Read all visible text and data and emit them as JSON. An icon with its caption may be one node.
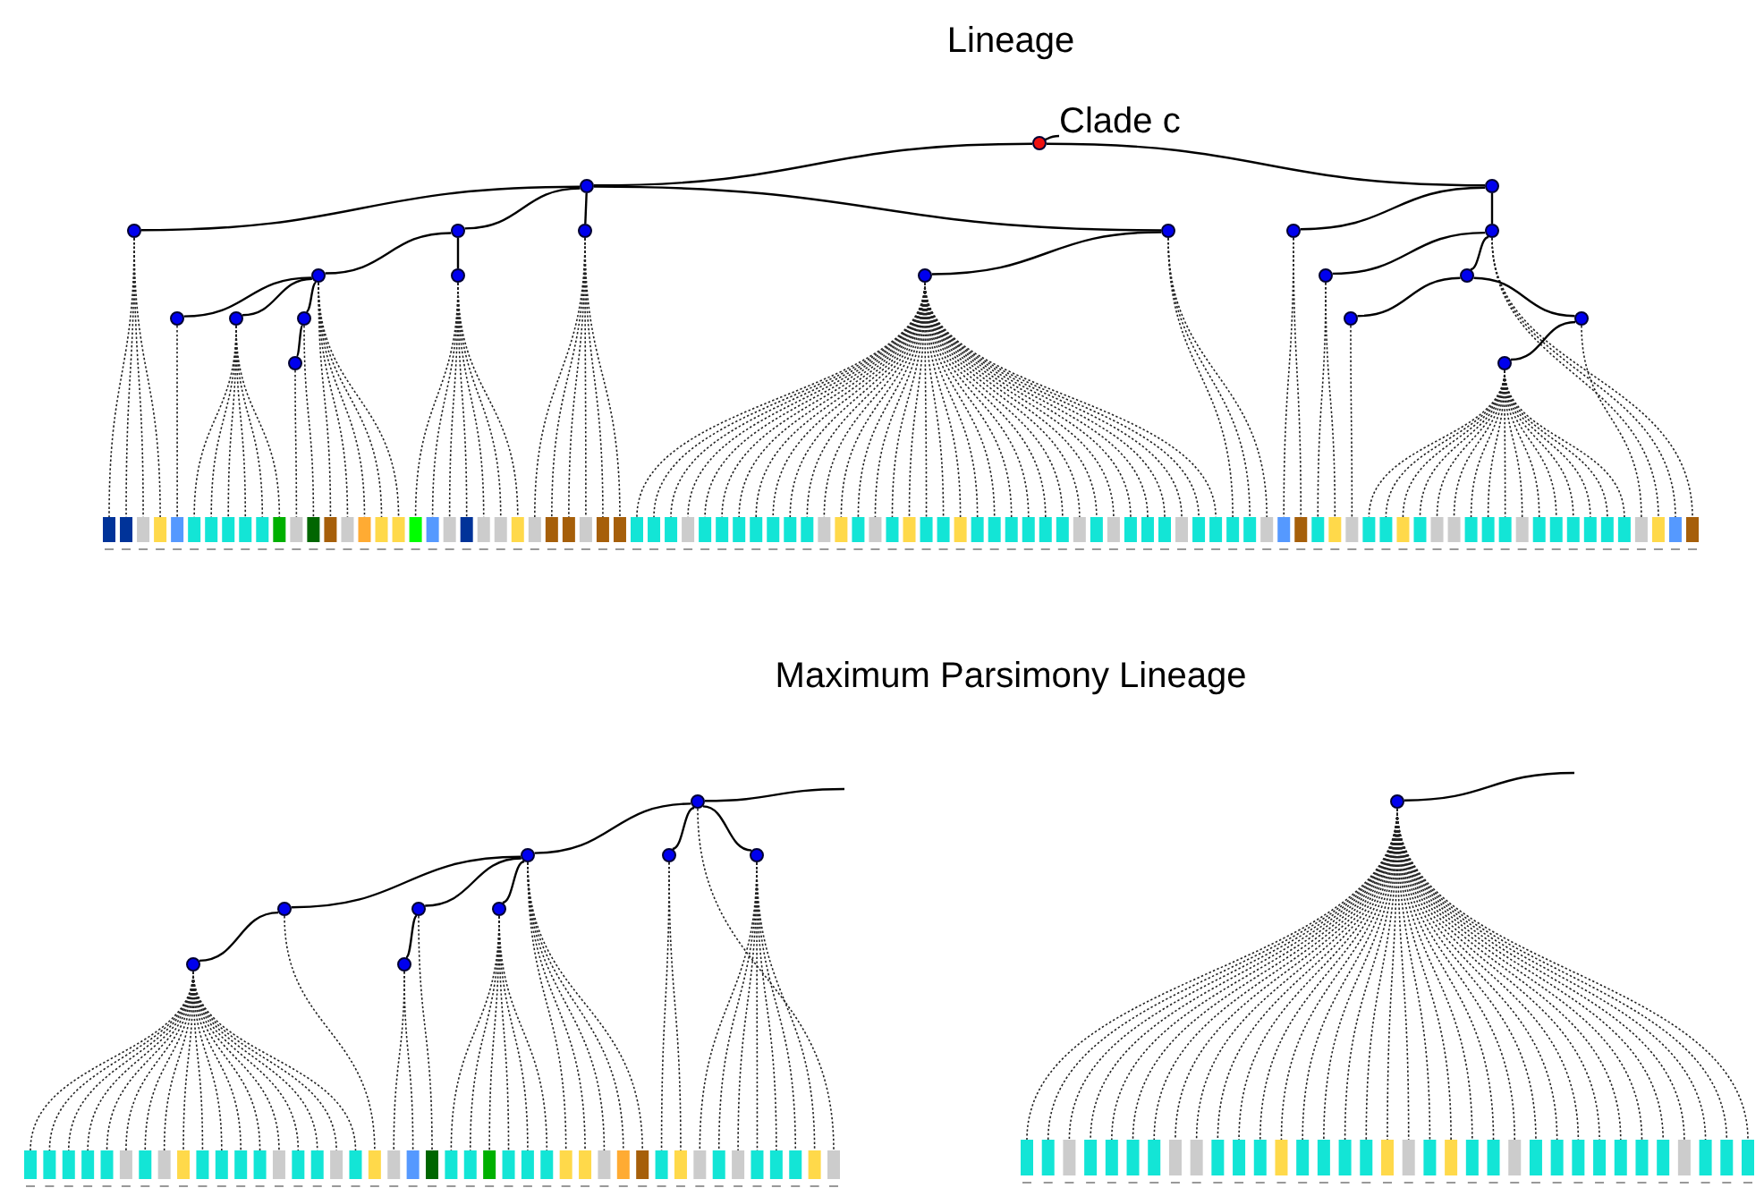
{
  "diagram": {
    "title": "Lineage",
    "nodes": [
      {
        "text": [
          "Clade c"
        ]
      },
      {
        "text": [],
        "shape": "circle"
      },
      {
        "text": [],
        "shape": "circle"
      },
      {
        "text": [],
        "shape": "circle"
      },
      {
        "text": [],
        "shape": "circle"
      },
      {
        "text": [],
        "shape": "circle"
      },
      {
        "text": [],
        "shape": "circle"
      },
      {
        "text": [],
        "shape": "circle"
      },
      {
        "text": [],
        "shape": "circle"
      },
      {
        "text": [],
        "shape": "circle"
      },
      {
        "text": [],
        "shape": "circle"
      },
      {
        "text": [],
        "shape": "circle"
      },
      {
        "text": [],
        "shape": "circle"
      },
      {
        "text": [],
        "shape": "circle"
      },
      {
        "text": [],
        "shape": "circle"
      },
      {
        "text": [],
        "shape": "circle"
      },
      {
        "text": [],
        "shape": "circle"
      },
      {
        "text": [],
        "shape": "circle"
      },
      {
        "text": [],
        "shape": "circle"
      },
      {
        "text": [],
        "shape": "circle"
      },
      {
        "text": [],
        "shape": "circle"
      },
      {
        "text": [],
        "shape": "circle"
      },
      {
        "text": [],
        "shape": "circle"
      },
      {
        "text": [],
        "shape": "circle"
      },
      {
        "text": [],
        "shape": "circle"
      },
      {
        "text": [],
        "shape": "circle"
      },
      {
        "text": [],
        "shape": "circle"
      },
      {
        "text": [],
        "shape": "circle"
      },
      {
        "text": [],
        "shape": "circle"
      },
      {
        "text": [],
        "shape": "circle"
      },
      {
        "text": [],
        "shape": "circle"
      },
      {
        "text": [],
        "shape": "circle"
      }
    ],
    "edges": [
      {
        "from": 0,
        "to": 1,
        "arrow": "none"
      },
      {
        "from": 1,
        "to": 2,
        "arrow": "none"
      },
      {
        "from": 1,
        "to": 3,
        "arrow": "none"
      },
      {
        "from": 2,
        "to": 4,
        "arrow": "none"
      },
      {
        "from": 2,
        "to": 5,
        "arrow": "none"
      },
      {
        "from": 2,
        "to": 6,
        "arrow": "none"
      },
      {
        "from": 2,
        "to": 7,
        "arrow": "none"
      },
      {
        "from": 5,
        "to": 8,
        "arrow": "none"
      },
      {
        "from": 5,
        "to": 9,
        "arrow": "none"
      },
      {
        "from": 8,
        "to": 10,
        "arrow": "none"
      },
      {
        "from": 8,
        "to": 11,
        "arrow": "none"
      },
      {
        "from": 8,
        "to": 12,
        "arrow": "none"
      },
      {
        "from": 12,
        "to": 13,
        "arrow": "none"
      },
      {
        "from": 7,
        "to": 14,
        "arrow": "none"
      },
      {
        "from": 3,
        "to": 15,
        "arrow": "none"
      },
      {
        "from": 3,
        "to": 16,
        "arrow": "none"
      },
      {
        "from": 16,
        "to": 17,
        "arrow": "none"
      },
      {
        "from": 16,
        "to": 18,
        "arrow": "none"
      },
      {
        "from": 18,
        "to": 19,
        "arrow": "none"
      },
      {
        "from": 18,
        "to": 20,
        "arrow": "none"
      },
      {
        "from": 20,
        "to": 21,
        "arrow": "none"
      },
      {
        "from": null,
        "to": 22,
        "arrow": "none"
      },
      {
        "from": 22,
        "to": 23,
        "arrow": "none"
      },
      {
        "from": 22,
        "to": 24,
        "arrow": "none"
      },
      {
        "from": 22,
        "to": 25,
        "arrow": "none"
      },
      {
        "from": 23,
        "to": 26,
        "arrow": "none"
      },
      {
        "from": 23,
        "to": 27,
        "arrow": "none"
      },
      {
        "from": 23,
        "to": 28,
        "arrow": "none"
      },
      {
        "from": 26,
        "to": 29,
        "arrow": "none"
      },
      {
        "from": 27,
        "to": 30,
        "arrow": "none"
      },
      {
        "from": null,
        "to": 31,
        "arrow": "none"
      }
    ],
    "labels": [
      "Maximum Parsimony Lineage"
    ]
  }
}
